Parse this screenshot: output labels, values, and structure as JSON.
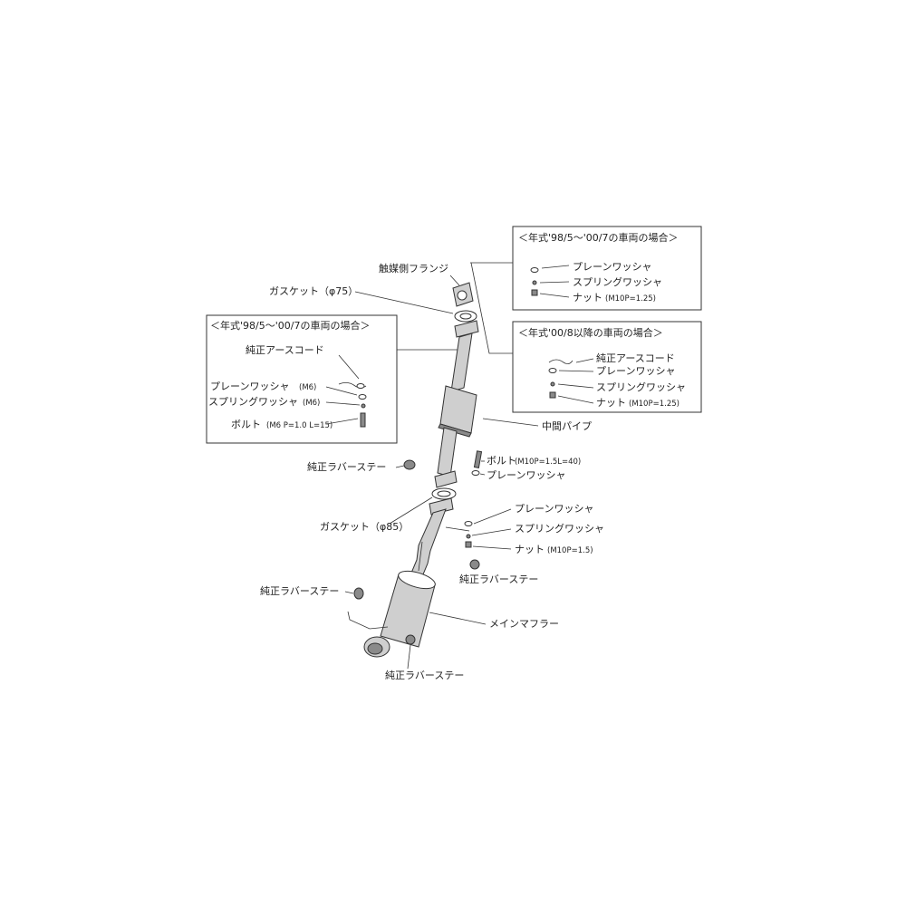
{
  "boxes": {
    "upper_right_header": "＜年式'98/5〜'00/7の車両の場合＞",
    "upper_right_items": [
      "プレーンワッシャ",
      "スプリングワッシャ",
      "ナット"
    ],
    "upper_right_nut_spec": "(M10P=1.25)",
    "lower_right_header": "＜年式'00/8以降の車両の場合＞",
    "lower_right_items": [
      "純正アースコード",
      "プレーンワッシャ",
      "スプリングワッシャ",
      "ナット"
    ],
    "lower_right_nut_spec": "(M10P=1.25)",
    "left_header": "＜年式'98/5〜'00/7の車両の場合＞",
    "left_items": [
      "純正アースコード",
      "プレーンワッシャ",
      "スプリングワッシャ",
      "ボルト"
    ],
    "left_item_specs": [
      "",
      "(M6)",
      "(M6)",
      "(M6 P=1.0 L=15)"
    ]
  },
  "labels": {
    "catalyst_flange": "触媒側フランジ",
    "gasket_75": "ガスケット（φ75）",
    "center_pipe": "中間パイプ",
    "rubber_stay_1": "純正ラバーステー",
    "bolt_m10": "ボルト",
    "bolt_m10_spec": "(M10P=1.5L=40)",
    "plain_washer_1": "プレーンワッシャ",
    "gasket_85": "ガスケット（φ85）",
    "plain_washer_2": "プレーンワッシャ",
    "spring_washer_2": "スプリングワッシャ",
    "nut_m10": "ナット",
    "nut_m10_spec": "(M10P=1.5)",
    "rubber_stay_2": "純正ラバーステー",
    "rubber_stay_3": "純正ラバーステー",
    "main_muffler": "メインマフラー",
    "rubber_stay_4": "純正ラバーステー"
  }
}
